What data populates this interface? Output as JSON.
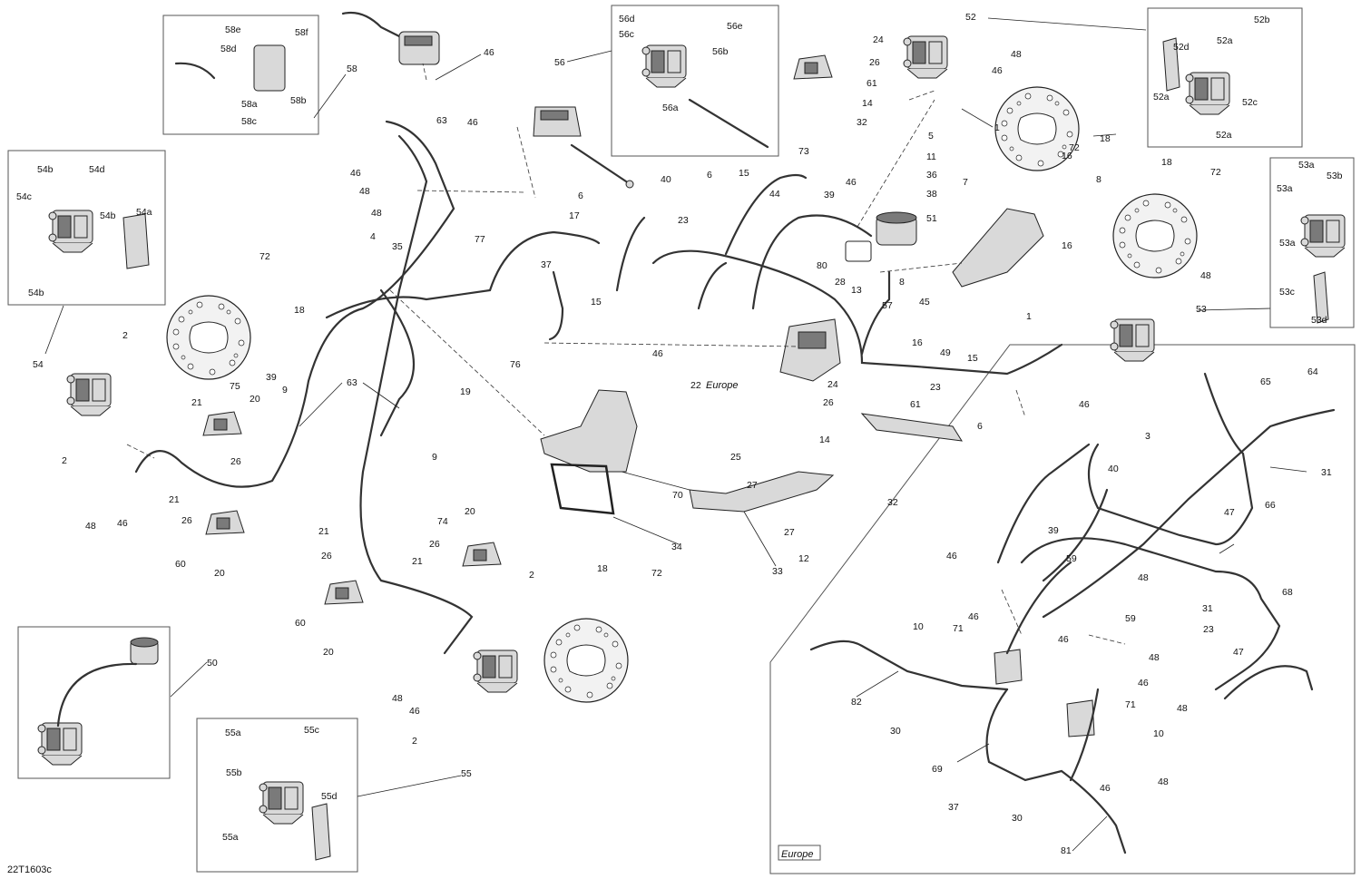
{
  "diagram_code": "22T1603c",
  "region_notes": {
    "europe_middle": "Europe",
    "europe_box": "Europe"
  },
  "labels": {
    "l58e": "58e",
    "l58d": "58d",
    "l58f": "58f",
    "l58a": "58a",
    "l58b": "58b",
    "l58c": "58c",
    "l58": "58",
    "l46a": "46",
    "l56d": "56d",
    "l56c": "56c",
    "l56e": "56e",
    "l56b": "56b",
    "l56a": "56a",
    "l56": "56",
    "l24a": "24",
    "l26a": "26",
    "l61a": "61",
    "l14a": "14",
    "l32a": "32",
    "l52": "52",
    "l48a": "48",
    "l46b": "46",
    "l1a": "1",
    "l52b": "52b",
    "l52d": "52d",
    "l52a1": "52a",
    "l52a2": "52a",
    "l52c": "52c",
    "l52a3": "52a",
    "l18a": "18",
    "l72a": "72",
    "l54b1": "54b",
    "l54d": "54d",
    "l54c": "54c",
    "l54b2": "54b",
    "l54a": "54a",
    "l54b3": "54b",
    "l54": "54",
    "l63a": "63",
    "l46c": "46",
    "l48b": "48",
    "l48c": "48",
    "l46d": "46",
    "l77": "77",
    "l56x": "56",
    "l73": "73",
    "l15a": "15",
    "l44": "44",
    "l46e": "46",
    "l39a": "39",
    "l6a": "6",
    "l23a": "23",
    "l40a": "40",
    "l5": "5",
    "l11": "11",
    "l36": "36",
    "l38": "38",
    "l51": "51",
    "l7": "7",
    "l16a": "16",
    "l8a": "8",
    "l18b": "18",
    "l72b": "72",
    "l53a1": "53a",
    "l53b": "53b",
    "l53a2": "53a",
    "l53a3": "53a",
    "l53c": "53c",
    "l53d": "53d",
    "l6b": "6",
    "l17": "17",
    "l4": "4",
    "l35": "35",
    "l37a": "37",
    "l15b": "15",
    "l80": "80",
    "l28": "28",
    "l13": "13",
    "l16b": "16",
    "l8b": "8",
    "l45": "45",
    "l49": "49",
    "l16c": "16",
    "l48d": "48",
    "l53": "53",
    "l1b": "1",
    "l72c": "72",
    "l18c": "18",
    "l39b": "39",
    "l63b": "63",
    "l2a": "2",
    "l76": "76",
    "l19": "19",
    "l46f": "46",
    "l57": "57",
    "l22": "22",
    "l15c": "15",
    "l24b": "24",
    "l23b": "23",
    "l26b": "26",
    "l61b": "61",
    "l46g": "46",
    "l6c": "6",
    "l14b": "14",
    "l32b": "32",
    "l64": "64",
    "l65": "65",
    "l3": "3",
    "l40b": "40",
    "l31a": "31",
    "l75": "75",
    "l21a": "21",
    "l20a": "20",
    "l9a": "9",
    "l26c": "26",
    "l2b": "2",
    "l48e": "48",
    "l46h": "46",
    "l21b": "21",
    "l26d": "26",
    "l60a": "60",
    "l20b": "20",
    "l9b": "9",
    "l70": "70",
    "l34": "34",
    "l25": "25",
    "l27a": "27",
    "l27b": "27",
    "l12": "12",
    "l33": "33",
    "l21c": "21",
    "l26e": "26",
    "l60b": "60",
    "l20c": "20",
    "l74": "74",
    "l20d": "20",
    "l26f": "26",
    "l21d": "21",
    "l2c": "2",
    "l48f": "48",
    "l46i": "46",
    "l2d": "2",
    "l18d": "18",
    "l72d": "72",
    "l55": "55",
    "l50": "50",
    "l55a1": "55a",
    "l55c": "55c",
    "l55b": "55b",
    "l55d": "55d",
    "l55a2": "55a",
    "l47a": "47",
    "l66": "66",
    "l46j": "46",
    "l39c": "39",
    "l59a": "59",
    "l48g": "48",
    "l31b": "31",
    "l68": "68",
    "l10a": "10",
    "l71a": "71",
    "l46k": "46",
    "l59b": "59",
    "l46l": "46",
    "l48h": "48",
    "l46m": "46",
    "l23c": "23",
    "l47b": "47",
    "l48i": "48",
    "l82": "82",
    "l30a": "30",
    "l71b": "71",
    "l10b": "10",
    "l69": "69",
    "l46n": "46",
    "l48j": "48",
    "l37b": "37",
    "l30b": "30",
    "l81": "81"
  },
  "icons": {
    "rotor": "brake-disc-icon",
    "caliper": "brake-caliper-icon",
    "master": "master-cylinder-icon",
    "reservoir": "fluid-reservoir-icon"
  }
}
